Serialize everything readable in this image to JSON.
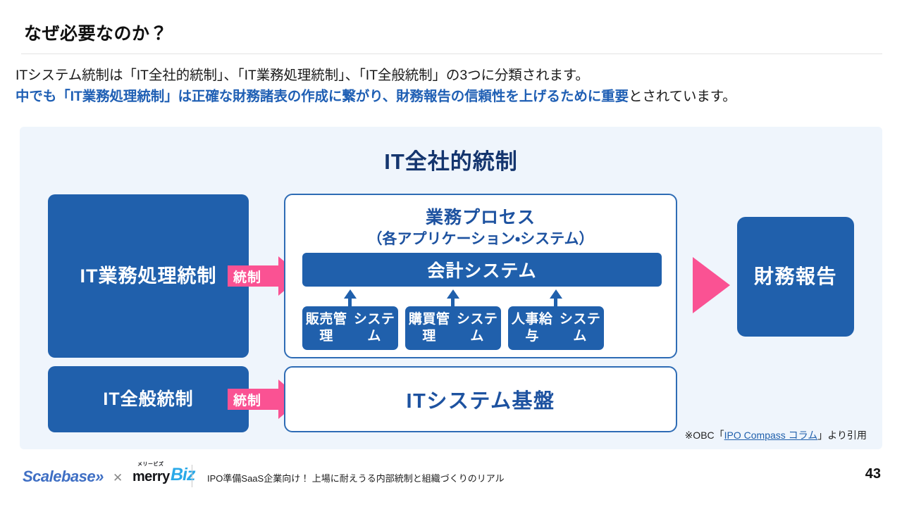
{
  "slide": {
    "title": "なぜ必要なのか？",
    "page_number": "43"
  },
  "lead": {
    "line1": "ITシステム統制は「IT全社的統制」、「IT業務処理統制」、「IT全般統制」の3つに分類されます。",
    "line2_emphasis": "中でも「IT業務処理統制」は正確な財務諸表の作成に繋がり、財務報告の信頼性を上げるために重要",
    "line2_tail": "とされています。"
  },
  "diagram": {
    "heading": "IT全社的統制",
    "left_boxes": [
      {
        "label": "IT業務処理統制"
      },
      {
        "label": "IT全般統制"
      }
    ],
    "arrows": [
      {
        "label": "統制"
      },
      {
        "label": "統制"
      }
    ],
    "process_panel": {
      "title": "業務プロセス",
      "subtitle": "（各アプリケーション・システム）",
      "accounting_box": "会計システム",
      "sub_systems": [
        {
          "line1": "販売管理",
          "line2": "システム"
        },
        {
          "line1": "購買管理",
          "line2": "システム"
        },
        {
          "line1": "人事給与",
          "line2": "システム"
        }
      ]
    },
    "infra_panel": {
      "label": "ITシステム基盤"
    },
    "report_box": {
      "line1": "財務",
      "line2": "報告"
    },
    "citation": {
      "prefix": "※OBC「",
      "link": "IPO Compass コラム",
      "suffix": "」より引用"
    }
  },
  "footer": {
    "logo_scalebase": "Scalebase»",
    "logo_cross": "✕",
    "logo_merry_kana": "メリービズ",
    "logo_merry": "merry",
    "logo_biz": "Biz",
    "subtitle": "IPO準備SaaS企業向け！ 上場に耐えうる内部統制と組織づくりのリアル"
  },
  "colors": {
    "brand_blue": "#2060ac",
    "dark_navy": "#14356e",
    "accent_pink": "#fa5293",
    "panel_bg": "#eff5fc"
  }
}
